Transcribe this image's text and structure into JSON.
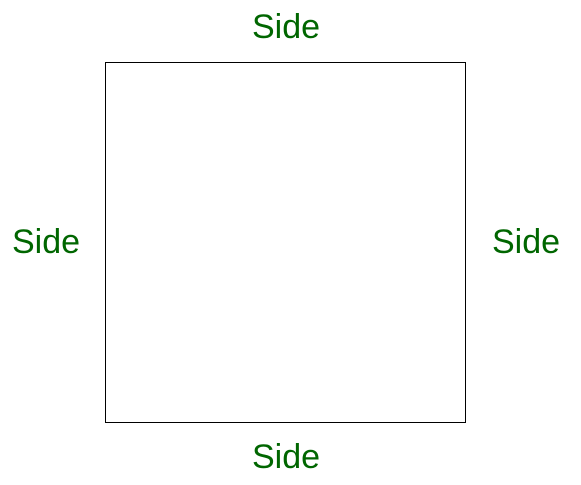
{
  "diagram": {
    "labels": {
      "top": "Side",
      "left": "Side",
      "right": "Side",
      "bottom": "Side"
    },
    "colors": {
      "label": "#006600",
      "outline": "#000000",
      "background": "#ffffff"
    }
  }
}
